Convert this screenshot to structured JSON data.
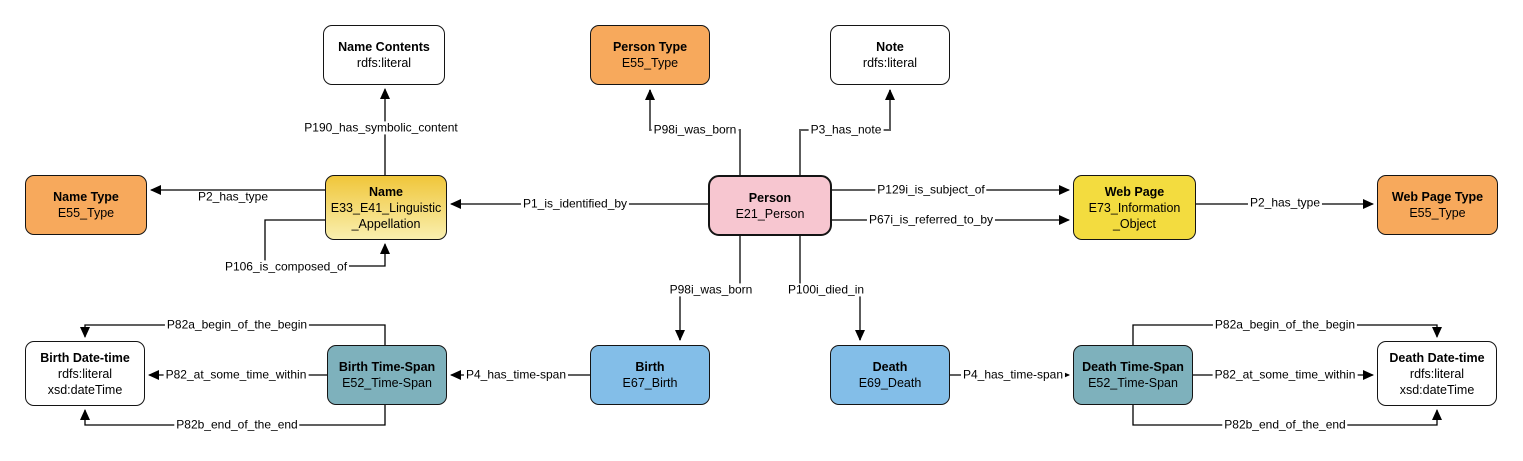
{
  "diagram": {
    "kind": "ontology-mapping-diagram",
    "colors": {
      "type_orange": "#F7A95C",
      "person_pink": "#F7C6D0",
      "information_yellow": "#F3DC3F",
      "appellation_gradient_top": "#F0C63A",
      "appellation_gradient_bottom": "#F9EFAF",
      "timespan_teal": "#7EB1BC",
      "event_blue": "#83BEE8",
      "literal_white": "#FFFFFF",
      "edge_black": "#000000",
      "edge_gray": "#5C5C5C"
    },
    "nodes": [
      {
        "id": "name-contents",
        "title": "Name Contents",
        "line1": "rdfs:literal",
        "line2": ""
      },
      {
        "id": "person-type",
        "title": "Person Type",
        "line1": "E55_Type",
        "line2": ""
      },
      {
        "id": "note",
        "title": "Note",
        "line1": "rdfs:literal",
        "line2": ""
      },
      {
        "id": "name-type",
        "title": "Name Type",
        "line1": "E55_Type",
        "line2": ""
      },
      {
        "id": "name",
        "title": "Name",
        "line1": "E33_E41_Linguistic",
        "line2": "_Appellation"
      },
      {
        "id": "person",
        "title": "Person",
        "line1": "E21_Person",
        "line2": ""
      },
      {
        "id": "web-page",
        "title": "Web Page",
        "line1": "E73_Information",
        "line2": "_Object"
      },
      {
        "id": "web-page-type",
        "title": "Web Page Type",
        "line1": "E55_Type",
        "line2": ""
      },
      {
        "id": "birth-date-time",
        "title": "Birth Date-time",
        "line1": "rdfs:literal",
        "line2": "xsd:dateTime"
      },
      {
        "id": "birth-time-span",
        "title": "Birth Time-Span",
        "line1": "E52_Time-Span",
        "line2": ""
      },
      {
        "id": "birth",
        "title": "Birth",
        "line1": "E67_Birth",
        "line2": ""
      },
      {
        "id": "death",
        "title": "Death",
        "line1": "E69_Death",
        "line2": ""
      },
      {
        "id": "death-time-span",
        "title": "Death Time-Span",
        "line1": "E52_Time-Span",
        "line2": ""
      },
      {
        "id": "death-date-time",
        "title": "Death Date-time",
        "line1": "rdfs:literal",
        "line2": "xsd:dateTime"
      }
    ],
    "edge_labels": [
      {
        "id": "p190",
        "text": "P190_has_symbolic_content"
      },
      {
        "id": "p98i-top",
        "text": "P98i_was_born"
      },
      {
        "id": "p3",
        "text": "P3_has_note"
      },
      {
        "id": "p2-left",
        "text": "P2_has_type"
      },
      {
        "id": "p1",
        "text": "P1_is_identified_by"
      },
      {
        "id": "p106",
        "text": "P106_is_composed_of"
      },
      {
        "id": "p129i",
        "text": "P129i_is_subject_of"
      },
      {
        "id": "p67i",
        "text": "P67i_is_referred_to_by"
      },
      {
        "id": "p2-right",
        "text": "P2_has_type"
      },
      {
        "id": "p98i-bottom",
        "text": "P98i_was_born"
      },
      {
        "id": "p100i",
        "text": "P100i_died_in"
      },
      {
        "id": "p4-left",
        "text": "P4_has_time-span"
      },
      {
        "id": "p82a-left",
        "text": "P82a_begin_of_the_begin"
      },
      {
        "id": "p82-left",
        "text": "P82_at_some_time_within"
      },
      {
        "id": "p82b-left",
        "text": "P82b_end_of_the_end"
      },
      {
        "id": "p4-right",
        "text": "P4_has_time-span"
      },
      {
        "id": "p82a-right",
        "text": "P82a_begin_of_the_begin"
      },
      {
        "id": "p82-right",
        "text": "P82_at_some_time_within"
      },
      {
        "id": "p82b-right",
        "text": "P82b_end_of_the_end"
      }
    ]
  }
}
